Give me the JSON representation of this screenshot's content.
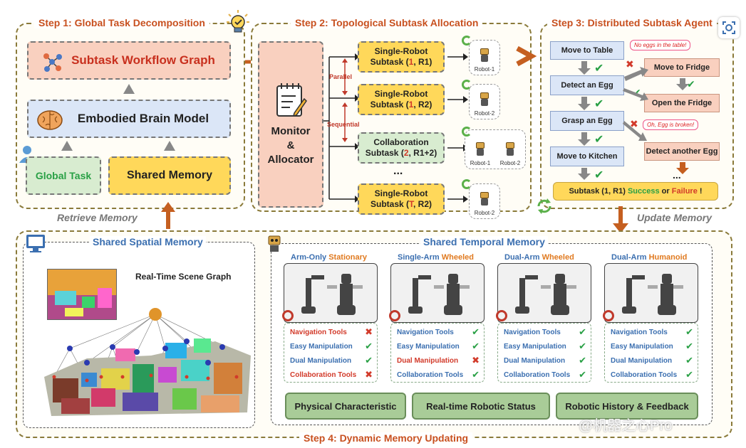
{
  "step1": {
    "title": "Step 1: Global Task Decomposition",
    "workflow_graph": "Subtask Workflow Graph",
    "brain_model": "Embodied Brain Model",
    "global_task": "Global Task",
    "shared_memory": "Shared Memory",
    "retrieve": "Retrieve Memory"
  },
  "step2": {
    "title": "Step 2: Topological Subtask Allocation",
    "allocator": [
      "Monitor",
      "&",
      "Allocator"
    ],
    "parallel": "Parallel",
    "sequential": "Sequential",
    "subtasks": [
      {
        "line1": "Single-Robot",
        "line2a": "Subtask (",
        "num": "1",
        "line2b": ", R1)",
        "robots": [
          "Robot-1"
        ]
      },
      {
        "line1": "Single-Robot",
        "line2a": "Subtask (",
        "num": "1",
        "line2b": ", R2)",
        "robots": [
          "Robot-2"
        ]
      },
      {
        "line1": "Collaboration",
        "line2a": "Subtask (",
        "num": "2",
        "line2b": ", R1+2)",
        "robots": [
          "Robot-1",
          "Robot-2"
        ]
      },
      {
        "line1": "Single-Robot",
        "line2a": "Subtask (",
        "num": "T",
        "line2b": ", R2)",
        "robots": [
          "Robot-2"
        ]
      }
    ],
    "ellipsis": "..."
  },
  "step3": {
    "title": "Step 3: Distributed Subtask Agent",
    "left": [
      "Move to Table",
      "Detect an Egg",
      "Grasp an Egg",
      "Move to Kitchen"
    ],
    "right": [
      "Move to Fridge",
      "Open the Fridge",
      "Detect another Egg"
    ],
    "bubble1": "No eggs in the table!",
    "bubble2": "Oh, Egg is broken!",
    "ellipsis": "...",
    "result_prefix": "Subtask (1, R1) ",
    "success": "Success",
    "or": " or ",
    "failure": "Failure",
    "result_suffix": " !",
    "update": "Update Memory"
  },
  "step4": {
    "title": "Step 4: Dynamic Memory Updating",
    "spatial_title": "Shared Spatial Memory",
    "scene_graph": "Real-Time Scene Graph",
    "temporal_title": "Shared Temporal Memory",
    "robots": [
      {
        "a": "Arm-Only ",
        "b": "Stationary",
        "tools": [
          [
            "Navigation Tools",
            "x"
          ],
          [
            "Easy Manipulation",
            "v"
          ],
          [
            "Dual Manipulation",
            "v"
          ],
          [
            "Collaboration Tools",
            "x"
          ]
        ]
      },
      {
        "a": "Single-Arm ",
        "b": "Wheeled",
        "tools": [
          [
            "Navigation Tools",
            "v"
          ],
          [
            "Easy Manipulation",
            "v"
          ],
          [
            "Dual Manipulation",
            "x"
          ],
          [
            "Collaboration Tools",
            "v"
          ]
        ]
      },
      {
        "a": "Dual-Arm ",
        "b": "Wheeled",
        "tools": [
          [
            "Navigation Tools",
            "v"
          ],
          [
            "Easy Manipulation",
            "v"
          ],
          [
            "Dual Manipulation",
            "v"
          ],
          [
            "Collaboration Tools",
            "v"
          ]
        ]
      },
      {
        "a": "Dual-Arm ",
        "b": "Humanoid",
        "tools": [
          [
            "Navigation Tools",
            "v"
          ],
          [
            "Easy Manipulation",
            "v"
          ],
          [
            "Dual Manipulation",
            "v"
          ],
          [
            "Collaboration Tools",
            "v"
          ]
        ]
      }
    ],
    "bottom": [
      "Physical Characteristic",
      "Real-time Robotic Status",
      "Robotic History & Feedback"
    ]
  },
  "watermark": "@机器之心Pro",
  "colors": {
    "accent": "#c8501e",
    "success": "#29a045",
    "failure": "#d23a2a",
    "number": "#d23a2a"
  }
}
